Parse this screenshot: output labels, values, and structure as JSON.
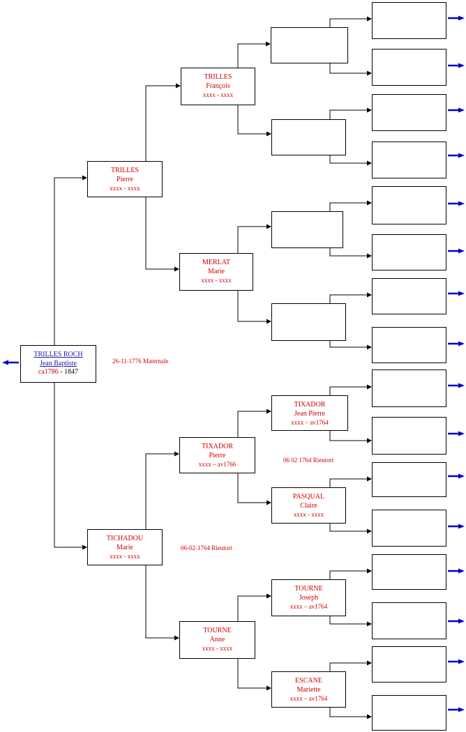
{
  "colors": {
    "names": "#cc0000",
    "link": "#1a1aa8",
    "arrow": "#0000cc",
    "line": "#000000"
  },
  "root": {
    "surname": "TRILLES ROCH",
    "given": "Jean Baptiste",
    "birth": "ca1786",
    "sep": " - ",
    "death": "1847"
  },
  "father": {
    "surname": "TRILLES",
    "given": "Pierre",
    "dates": "xxxx - xxxx"
  },
  "mother": {
    "surname": "TICHADOU",
    "given": "Marie",
    "dates": "xxxx - xxxx"
  },
  "ff": {
    "surname": "TRILLES",
    "given": "François",
    "dates": "xxxx - xxxx"
  },
  "fm": {
    "surname": "MERLAT",
    "given": "Marie",
    "dates": "xxxx - xxxx"
  },
  "mf": {
    "surname": "TIXADOR",
    "given": "Pierre",
    "dates": "xxxx – av1766"
  },
  "mm": {
    "surname": "TOURNE",
    "given": "Anne",
    "dates": "xxxx - xxxx"
  },
  "mff": {
    "surname": "TIXADOR",
    "given": "Jean Pierre",
    "dates": "xxxx – av1764"
  },
  "mfm": {
    "surname": "PASQUAL",
    "given": "Claire",
    "dates": "xxxx - xxxx"
  },
  "mmf": {
    "surname": "TOURNE",
    "given": "Joseph",
    "dates": "xxxx – av1764"
  },
  "mmm": {
    "surname": "ESCANE",
    "given": "Mariette",
    "dates": "xxxx – av1764"
  },
  "notes": {
    "parents_marriage": "26-11-1776 Maternale",
    "mf_marriage": "06 02 1764 Rieutort",
    "grandparents_marriage": "06-02-1764 Rieutort"
  }
}
